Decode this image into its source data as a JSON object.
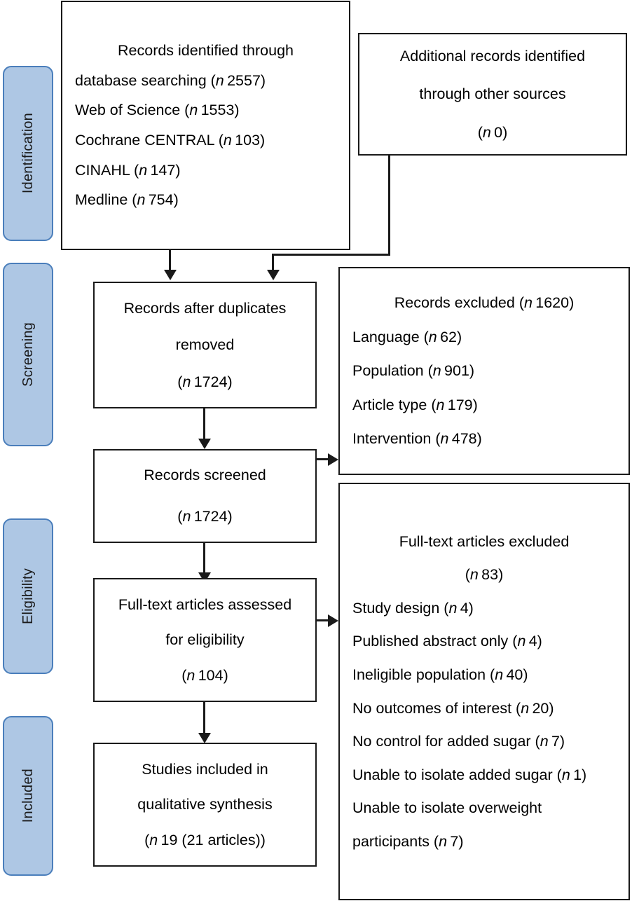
{
  "diagram": {
    "type": "prisma-flow-diagram",
    "title": "PRISMA Flow Diagram",
    "colors": {
      "stage_fill": "#aec7e4",
      "stage_border": "#4a7ebb",
      "node_border": "#1a1a1a",
      "background": "#ffffff",
      "text": "#000000"
    }
  },
  "stages": [
    {
      "id": "identification",
      "label": "Identification"
    },
    {
      "id": "screening",
      "label": "Screening"
    },
    {
      "id": "eligibility",
      "label": "Eligibility"
    },
    {
      "id": "included",
      "label": "Included"
    }
  ],
  "nodes": {
    "records_identified": {
      "id": "records-identified",
      "lines": [
        {
          "text": "Records identified through",
          "align": "center"
        },
        {
          "text": "database searching (n 2557)",
          "align": "left",
          "italic_token": "n"
        },
        {
          "text": "Web of Science (n 1553)",
          "align": "left",
          "italic_token": "n"
        },
        {
          "text": "Cochrane CENTRAL (n 103)",
          "align": "left",
          "italic_token": "n"
        },
        {
          "text": "CINAHL (n 147)",
          "align": "left",
          "italic_token": "n"
        },
        {
          "text": "Medline (n 754)",
          "align": "left",
          "italic_token": "n"
        }
      ],
      "counts": {
        "database_searching": 2557,
        "web_of_science": 1553,
        "cochrane_central": 103,
        "cinahl": 147,
        "medline": 754
      }
    },
    "additional_records": {
      "id": "additional-records",
      "lines": [
        {
          "text": "Additional records identified",
          "align": "center"
        },
        {
          "text": "through other sources",
          "align": "center"
        },
        {
          "text": "(n 0)",
          "align": "center",
          "italic_token": "n"
        }
      ],
      "counts": {
        "other_sources": 0
      }
    },
    "records_after_duplicates": {
      "id": "records-after-duplicates",
      "lines": [
        {
          "text": "Records after duplicates",
          "align": "center"
        },
        {
          "text": "removed",
          "align": "center"
        },
        {
          "text": "(n 1724)",
          "align": "center",
          "italic_token": "n"
        }
      ],
      "counts": {
        "after_duplicates": 1724
      }
    },
    "records_screened": {
      "id": "records-screened",
      "lines": [
        {
          "text": "Records screened",
          "align": "center"
        },
        {
          "text": "(n 1724)",
          "align": "center",
          "italic_token": "n"
        }
      ],
      "counts": {
        "screened": 1724
      }
    },
    "fulltext_assessed": {
      "id": "fulltext-assessed",
      "lines": [
        {
          "text": "Full-text articles assessed",
          "align": "center"
        },
        {
          "text": "for eligibility",
          "align": "center"
        },
        {
          "text": "(n 104)",
          "align": "center",
          "italic_token": "n"
        }
      ],
      "counts": {
        "assessed": 104
      }
    },
    "studies_included": {
      "id": "studies-included",
      "lines": [
        {
          "text": "Studies included in",
          "align": "center"
        },
        {
          "text": "qualitative synthesis",
          "align": "center"
        },
        {
          "text": "(n 19 (21 articles))",
          "align": "center",
          "italic_token": "n"
        }
      ],
      "counts": {
        "studies": 19,
        "articles": 21
      }
    },
    "records_excluded": {
      "id": "records-excluded",
      "lines": [
        {
          "text": "Records excluded (n 1620)",
          "align": "center",
          "italic_token": "n"
        },
        {
          "text": "Language (n 62)",
          "align": "left",
          "italic_token": "n"
        },
        {
          "text": "Population (n 901)",
          "align": "left",
          "italic_token": "n"
        },
        {
          "text": "Article type (n 179)",
          "align": "left",
          "italic_token": "n"
        },
        {
          "text": "Intervention (n 478)",
          "align": "left",
          "italic_token": "n"
        }
      ],
      "counts": {
        "total": 1620,
        "language": 62,
        "population": 901,
        "article_type": 179,
        "intervention": 478
      }
    },
    "fulltext_excluded": {
      "id": "fulltext-excluded",
      "lines": [
        {
          "text": "Full-text articles excluded",
          "align": "center"
        },
        {
          "text": "(n 83)",
          "align": "center",
          "italic_token": "n"
        },
        {
          "text": "Study design (n 4)",
          "align": "left",
          "italic_token": "n"
        },
        {
          "text": "Published abstract only (n 4)",
          "align": "left",
          "italic_token": "n"
        },
        {
          "text": "Ineligible population (n 40)",
          "align": "left",
          "italic_token": "n"
        },
        {
          "text": "No outcomes of interest (n 20)",
          "align": "left",
          "italic_token": "n"
        },
        {
          "text": "No control for added sugar (n 7)",
          "align": "left",
          "italic_token": "n"
        },
        {
          "text": "Unable to isolate added sugar (n 1)",
          "align": "left",
          "italic_token": "n"
        },
        {
          "text": "Unable to isolate overweight",
          "align": "left"
        },
        {
          "text": "participants (n 7)",
          "align": "left",
          "italic_token": "n"
        }
      ],
      "counts": {
        "total": 83,
        "study_design": 4,
        "published_abstract_only": 4,
        "ineligible_population": 40,
        "no_outcomes_of_interest": 20,
        "no_control_for_added_sugar": 7,
        "unable_to_isolate_added_sugar": 1,
        "unable_to_isolate_overweight_participants": 7
      }
    }
  }
}
